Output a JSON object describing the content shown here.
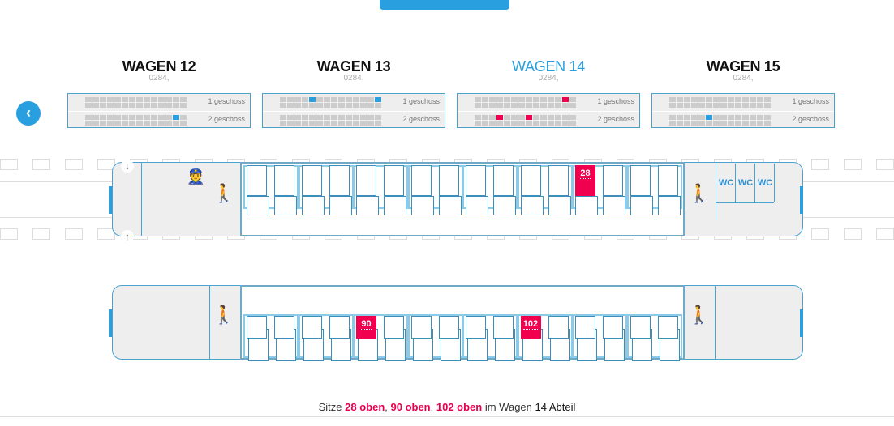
{
  "wagons": [
    {
      "title": "WAGEN 12",
      "sub": "0284,",
      "deck1": "1 geschoss",
      "deck2": "2 geschoss",
      "hl1": [],
      "hl2": [
        12
      ],
      "active": false
    },
    {
      "title": "WAGEN 13",
      "sub": "0284,",
      "deck1": "1 geschoss",
      "deck2": "2 geschoss",
      "hl1": [
        4,
        13
      ],
      "hl2": [],
      "active": false
    },
    {
      "title": "WAGEN 14",
      "sub": "0284,",
      "deck1": "1 geschoss",
      "deck2": "2 geschoss",
      "hl1": [
        12
      ],
      "hl2": [
        3,
        7
      ],
      "active": true
    },
    {
      "title": "WAGEN 15",
      "sub": "0284,",
      "deck1": "1 geschoss",
      "deck2": "2 geschoss",
      "hl1": [],
      "hl2": [
        5
      ],
      "active": false
    }
  ],
  "colors": {
    "accent": "#2a9fe0",
    "selected": "#f0004f"
  },
  "upper": {
    "selected": [
      {
        "compartment": 7,
        "position": 0,
        "label": "28"
      }
    ]
  },
  "lower": {
    "selected": [
      {
        "compartment": 3,
        "position": 0,
        "label": "90"
      },
      {
        "compartment": 6,
        "position": 0,
        "label": "102"
      }
    ]
  },
  "wc_labels": [
    "WC",
    "WC",
    "WC"
  ],
  "summary": {
    "prefix": "Sitze",
    "seats": [
      "28 oben",
      "90 oben",
      "102 oben"
    ],
    "middle": "im Wagen",
    "suffix": "14 Abteil"
  }
}
